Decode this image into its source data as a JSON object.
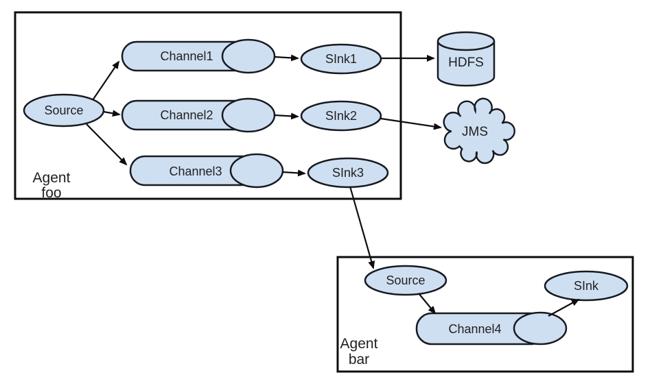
{
  "colors": {
    "background": "#ffffff",
    "node_fill": "#cfdff2",
    "node_stroke": "#171a20",
    "box_stroke": "#0d0d0d",
    "arrow_color": "#0d0d0d",
    "text_color": "#1f1f1f"
  },
  "agent_foo": {
    "label_line1": "Agent",
    "label_line2": "foo",
    "source_label": "Source",
    "channels": [
      {
        "label": "Channel1"
      },
      {
        "label": "Channel2"
      },
      {
        "label": "Channel3"
      }
    ],
    "sinks": [
      {
        "label": "SInk1"
      },
      {
        "label": "SInk2"
      },
      {
        "label": "SInk3"
      }
    ]
  },
  "external_systems": [
    {
      "label": "HDFS",
      "shape": "cylinder"
    },
    {
      "label": "JMS",
      "shape": "cloud"
    }
  ],
  "agent_bar": {
    "label_line1": "Agent",
    "label_line2": "bar",
    "source_label": "Source",
    "channel_label": "Channel4",
    "sink_label": "SInk"
  }
}
